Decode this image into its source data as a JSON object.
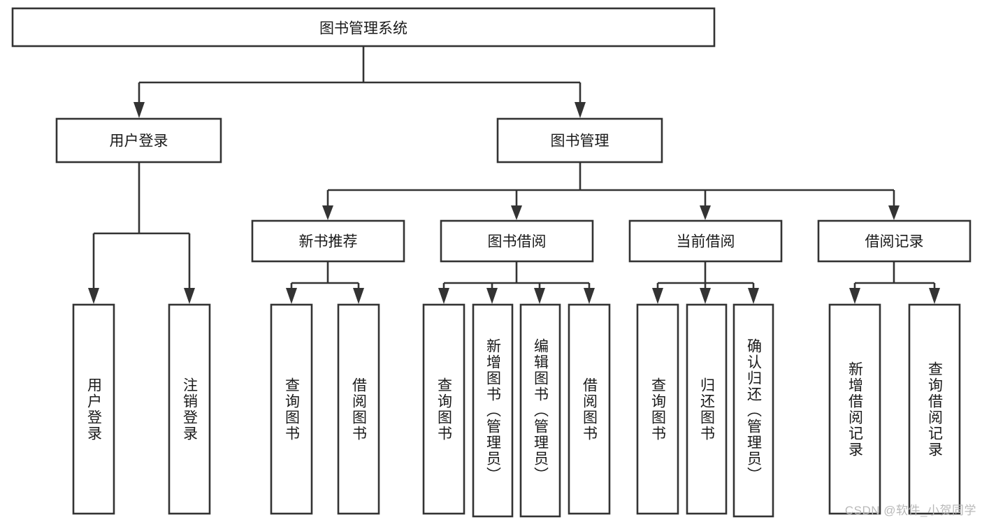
{
  "diagram": {
    "title": "图书管理系统",
    "watermark": "CSDN @软件_小贺同学",
    "style": {
      "stroke_color": "#333333",
      "fill_color": "#ffffff",
      "text_color": "#1a1a1a",
      "watermark_color": "#b9b9b9",
      "background": "#ffffff"
    },
    "levels": {
      "level1": [
        {
          "id": "root",
          "label": "图书管理系统"
        }
      ],
      "level2": [
        {
          "id": "user-login",
          "label": "用户登录",
          "parent": "root"
        },
        {
          "id": "book-manage",
          "label": "图书管理",
          "parent": "root"
        }
      ],
      "level3": [
        {
          "id": "new-book-rec",
          "label": "新书推荐",
          "parent": "book-manage"
        },
        {
          "id": "book-borrow",
          "label": "图书借阅",
          "parent": "book-manage"
        },
        {
          "id": "current-borrow",
          "label": "当前借阅",
          "parent": "book-manage"
        },
        {
          "id": "borrow-record",
          "label": "借阅记录",
          "parent": "book-manage"
        }
      ],
      "leaves": [
        {
          "id": "leaf-user-login",
          "label": "用户登录",
          "parent": "user-login"
        },
        {
          "id": "leaf-logout-login",
          "label": "注销登录",
          "parent": "user-login"
        },
        {
          "id": "leaf-query-book-1",
          "label": "查询图书",
          "parent": "new-book-rec"
        },
        {
          "id": "leaf-borrow-book-1",
          "label": "借阅图书",
          "parent": "new-book-rec"
        },
        {
          "id": "leaf-query-book-2",
          "label": "查询图书",
          "parent": "book-borrow"
        },
        {
          "id": "leaf-add-book",
          "label": "新增图书（管理员）",
          "parent": "book-borrow"
        },
        {
          "id": "leaf-edit-book",
          "label": "编辑图书（管理员）",
          "parent": "book-borrow"
        },
        {
          "id": "leaf-borrow-book-2",
          "label": "借阅图书",
          "parent": "book-borrow"
        },
        {
          "id": "leaf-query-book-3",
          "label": "查询图书",
          "parent": "current-borrow"
        },
        {
          "id": "leaf-return-book",
          "label": "归还图书",
          "parent": "current-borrow"
        },
        {
          "id": "leaf-confirm-return",
          "label": "确认归还（管理员）",
          "parent": "current-borrow"
        },
        {
          "id": "leaf-add-record",
          "label": "新增借阅记录",
          "parent": "borrow-record"
        },
        {
          "id": "leaf-query-record",
          "label": "查询借阅记录",
          "parent": "borrow-record"
        }
      ]
    }
  }
}
